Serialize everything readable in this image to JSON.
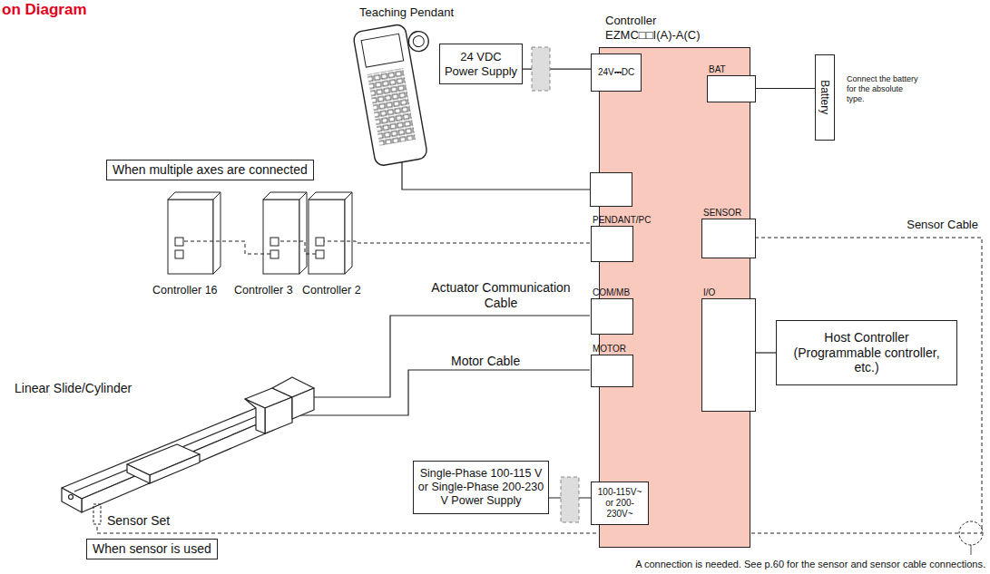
{
  "diagram": {
    "title": "on Diagram",
    "nodes": [
      {
        "text": [
          "24 VDC Power Supply"
        ]
      },
      {
        "text": [
          "Controller",
          "EZMC□□I(A)-A(C)"
        ]
      },
      {
        "text": [
          "24V⎓DC"
        ],
        "in": 1
      },
      {
        "text": [
          "BAT"
        ],
        "in": 1
      },
      {
        "text": [
          "PENDANT/PC"
        ],
        "in": 1
      },
      {
        "text": [
          "SENSOR"
        ],
        "in": 1
      },
      {
        "text": [
          "COM/MB"
        ],
        "in": 1
      },
      {
        "text": [
          "I/O"
        ],
        "in": 1
      },
      {
        "text": [
          "MOTOR"
        ],
        "in": 1
      },
      {
        "text": [
          "100-115V~ or 200-230V~"
        ],
        "in": 1
      },
      {
        "text": [
          "Battery"
        ]
      },
      {
        "text": [
          "When multiple axes are connected"
        ]
      },
      {
        "text": [
          "Host Controller (Programmable controller, etc.)"
        ]
      },
      {
        "text": [
          "Single-Phase 100-115 V or Single-Phase 200-230 V Power Supply"
        ]
      },
      {
        "text": [
          "When sensor is used"
        ]
      }
    ],
    "edges": [
      {
        "from": 0,
        "to": 2,
        "arrow": "none"
      },
      {
        "from": 3,
        "to": 10,
        "arrow": "none"
      },
      {
        "from": 7,
        "to": 12,
        "arrow": "none"
      },
      {
        "from": 13,
        "to": 9,
        "arrow": "none"
      }
    ],
    "labels": [
      "Teaching Pendant",
      "Connect the battery for the absolute type.",
      "Sensor Cable",
      "Controller 16",
      "Controller 3",
      "Controller 2",
      "Actuator Communication Cable",
      "Motor Cable",
      "Linear Slide/Cylinder",
      "Sensor Set",
      "A connection is needed. See p.60 for the sensor and sensor cable connections."
    ]
  }
}
